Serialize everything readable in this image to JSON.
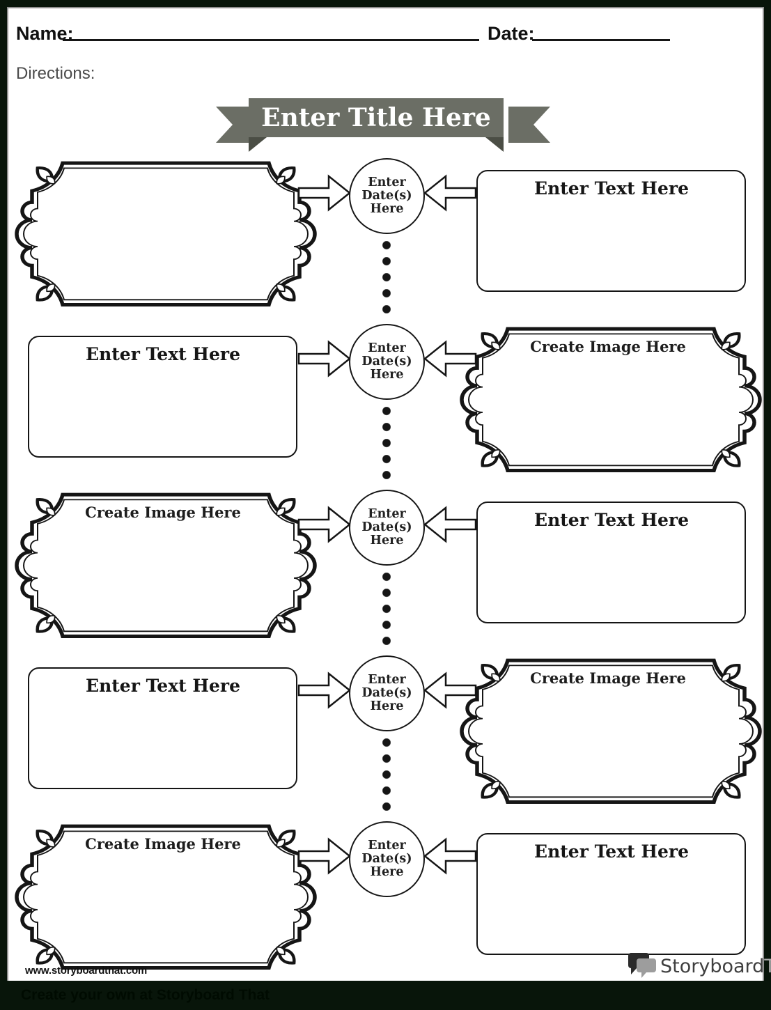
{
  "header": {
    "name_label": "Name:",
    "date_label": "Date:",
    "directions_label": "Directions:"
  },
  "banner": {
    "title": "Enter Title Here",
    "color": "#6b6e65",
    "fold_color": "#4b4e45"
  },
  "timeline": {
    "date_circle_lines": [
      "Enter",
      "Date(s)",
      "Here"
    ],
    "rows": [
      {
        "left": {
          "type": "image-frame",
          "label": ""
        },
        "right": {
          "type": "text-box",
          "label": "Enter Text Here"
        }
      },
      {
        "left": {
          "type": "text-box",
          "label": "Enter Text Here"
        },
        "right": {
          "type": "image-frame",
          "label": "Create Image Here"
        }
      },
      {
        "left": {
          "type": "image-frame",
          "label": "Create Image Here"
        },
        "right": {
          "type": "text-box",
          "label": "Enter Text Here"
        }
      },
      {
        "left": {
          "type": "text-box",
          "label": "Enter Text Here"
        },
        "right": {
          "type": "image-frame",
          "label": "Create Image Here"
        }
      },
      {
        "left": {
          "type": "image-frame",
          "label": "Create Image Here"
        },
        "right": {
          "type": "text-box",
          "label": "Enter Text Here"
        }
      }
    ]
  },
  "footer": {
    "website": "www.storyboardthat.com",
    "logo_part1": "Storyboard",
    "logo_part2": "That",
    "bottom_bar_text": "Create your own at Storyboard That"
  },
  "colors": {
    "page_border": "#08150a",
    "ink": "#151515"
  }
}
